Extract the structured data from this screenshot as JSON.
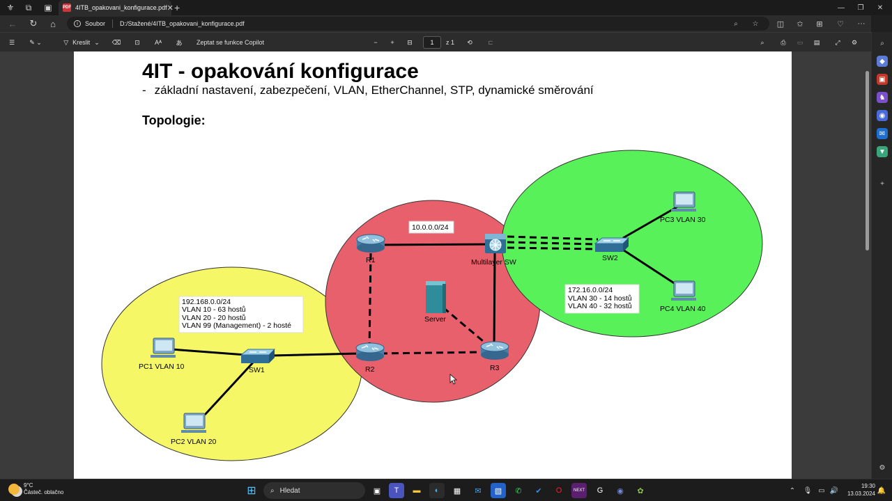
{
  "browser": {
    "tab_title": "4ITB_opakovani_konfigurace.pdf",
    "address_scheme": "Soubor",
    "address_path": "D:/Stažené/4ITB_opakovani_konfigurace.pdf"
  },
  "pdf_toolbar": {
    "draw_label": "Kreslit",
    "copilot_label": "Zeptat se funkce Copilot",
    "page_current": "1",
    "page_total": "z 1"
  },
  "document": {
    "title": "4IT - opakování konfigurace",
    "subtitle_dash": "-",
    "subtitle": "základní nastavení, zabezpečení, VLAN, EtherChannel, STP, dynamické směrování",
    "section": "Topologie:"
  },
  "topology": {
    "net_red": "10.0.0.0/24",
    "net_yellow_lines": [
      "192.168.0.0/24",
      "VLAN 10 - 63 hostů",
      "VLAN 20 - 20 hostů",
      "VLAN 99 (Management) - 2 hosté"
    ],
    "net_green_lines": [
      "172.16.0.0/24",
      "VLAN 30 - 14 hostů",
      "VLAN 40 - 32 hostů"
    ],
    "devices": {
      "r1": "R1",
      "r2": "R2",
      "r3": "R3",
      "mls": "Multilayer SW",
      "server": "Server",
      "sw1": "SW1",
      "sw2": "SW2",
      "pc1": "PC1 VLAN 10",
      "pc2": "PC2 VLAN 20",
      "pc3": "PC3 VLAN 30",
      "pc4": "PC4 VLAN 40"
    }
  },
  "taskbar": {
    "temp": "9°C",
    "weather": "Částeč. oblačno",
    "search": "Hledat",
    "time": "19:30",
    "date": "13.03.2024"
  },
  "colors": {
    "red_zone": "#e8606c",
    "yellow_zone": "#f6f767",
    "green_zone": "#58f159"
  }
}
